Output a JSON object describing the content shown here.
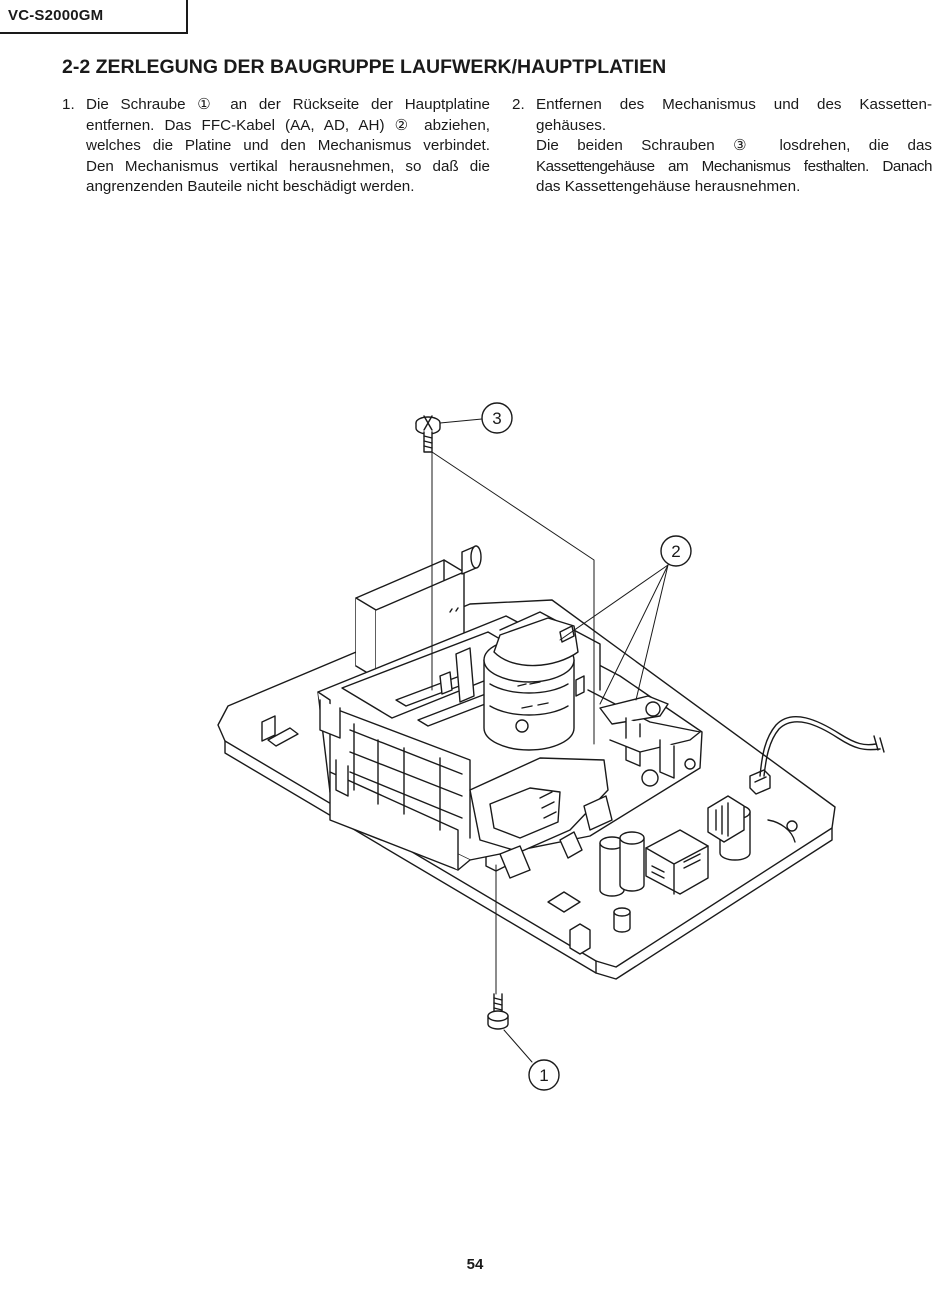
{
  "header": {
    "model": "VC-S2000GM"
  },
  "section": {
    "title": "2-2 ZERLEGUNG DER BAUGRUPPE LAUFWERK/HAUPTPLATIEN"
  },
  "steps": [
    {
      "number": "1.",
      "lines": [
        "Die Schraube ① an der Rückseite der Hauptplatine",
        "entfernen. Das FFC-Kabel (AA, AD, AH) ② abziehen,",
        "welches die Platine und den Mechanismus verbindet.",
        "Den Mechanismus vertikal herausnehmen, so daß die",
        "angrenzenden Bauteile nicht beschädigt werden."
      ]
    },
    {
      "number": "2.",
      "lines": [
        "Entfernen des Mechanismus und des Kassetten-",
        "gehäuses.",
        "Die beiden Schrauben ③ losdrehen, die das",
        "Kassettengehäuse am Mechanismus festhalten. Danach",
        "das Kassettengehäuse herausnehmen."
      ]
    }
  ],
  "figure": {
    "callouts": [
      "1",
      "2",
      "3"
    ]
  },
  "footer": {
    "page_number": "54"
  }
}
